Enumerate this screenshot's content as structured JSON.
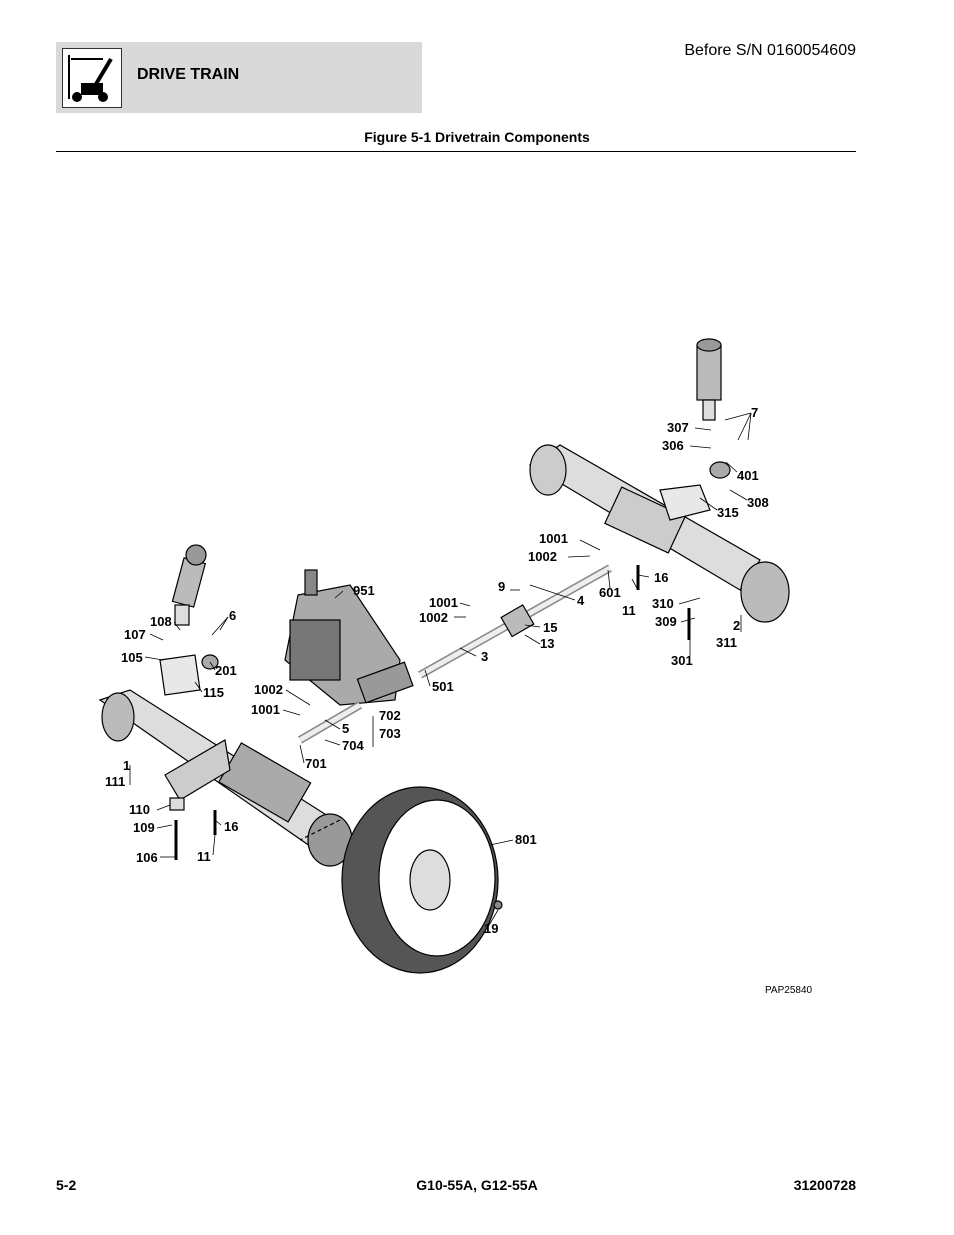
{
  "header": {
    "section_title": "DRIVE TRAIN",
    "serial_note": "Before S/N 0160054609",
    "logo_icon": "machine-icon"
  },
  "figure": {
    "title": "Figure 5-1 Drivetrain Components",
    "drawing_code": "PAP25840",
    "callouts": {
      "c7": "7",
      "c307": "307",
      "c306": "306",
      "c401": "401",
      "c308": "308",
      "c315": "315",
      "c1001a": "1001",
      "c1002a": "1002",
      "c16a": "16",
      "c9": "9",
      "c601": "601",
      "c4": "4",
      "c11a": "11",
      "c310": "310",
      "c309": "309",
      "c2": "2",
      "c311": "311",
      "c301": "301",
      "c951": "951",
      "c1001b": "1001",
      "c1002b": "1002",
      "c15": "15",
      "c13": "13",
      "c3": "3",
      "c501": "501",
      "c6": "6",
      "c108": "108",
      "c107": "107",
      "c105": "105",
      "c201": "201",
      "c115": "115",
      "c1002c": "1002",
      "c1001c": "1001",
      "c5": "5",
      "c702": "702",
      "c703": "703",
      "c704": "704",
      "c701": "701",
      "c1": "1",
      "c111": "111",
      "c110": "110",
      "c109": "109",
      "c16b": "16",
      "c106": "106",
      "c11b": "11",
      "c801": "801",
      "c19": "19"
    }
  },
  "footer": {
    "page_number": "5-2",
    "model": "G10-55A, G12-55A",
    "doc_number": "31200728"
  }
}
